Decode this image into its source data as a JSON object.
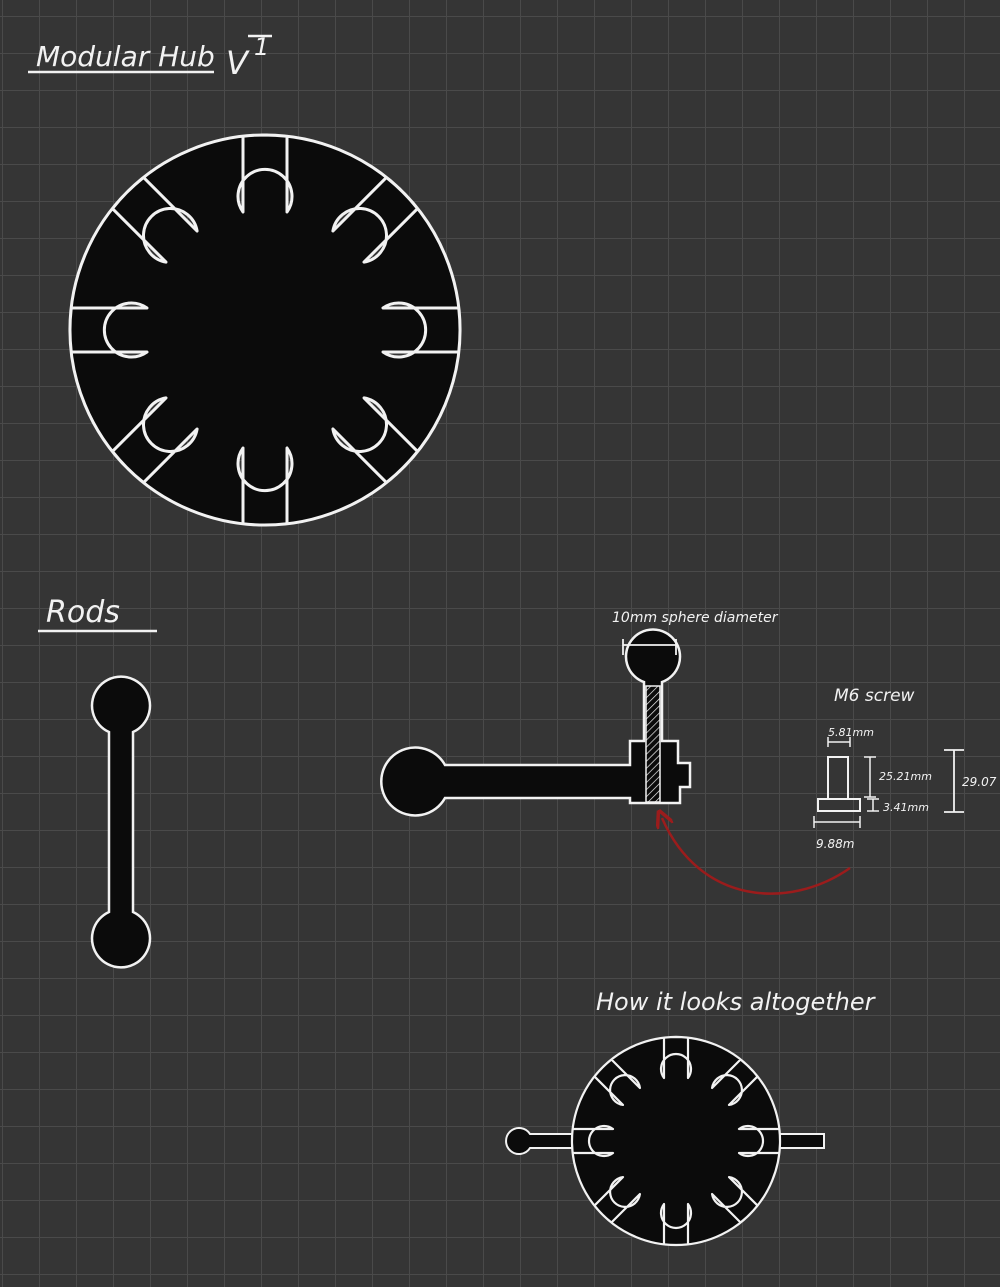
{
  "headings": {
    "title": "Modular Hub",
    "version_mark": "V",
    "version_number": "1",
    "rods": "Rods",
    "altogether": "How it looks  altogether"
  },
  "annotations": {
    "sphere_diameter": "10mm sphere diameter",
    "screw_title": "M6 screw",
    "dim_head_width": "5.81mm",
    "dim_shaft_length": "25.21mm",
    "dim_head_height": "3.41mm",
    "dim_total_length": "29.07",
    "dim_base_width": "9.88m"
  },
  "colors": {
    "background": "#353535",
    "grid": "#4a4a4a",
    "ink": "#f2f2f2",
    "fill": "#0b0b0b",
    "arrow": "#9b1c1c"
  }
}
